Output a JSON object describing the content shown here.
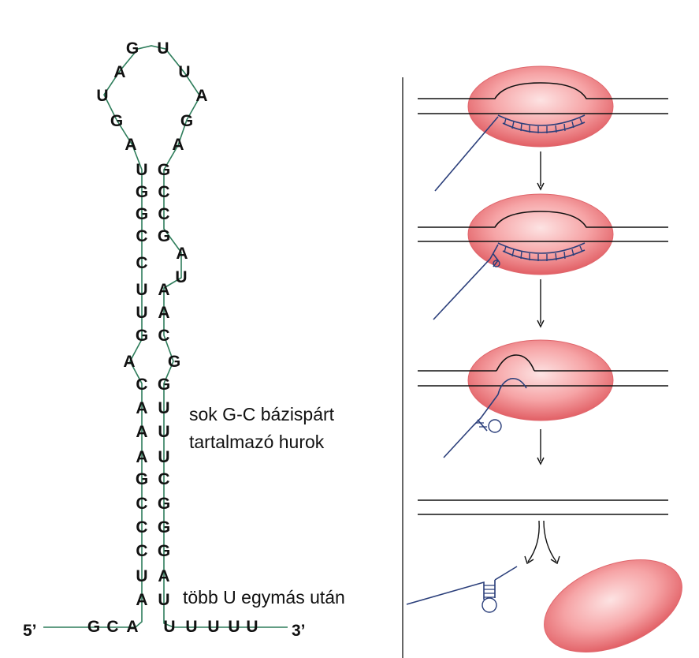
{
  "hairpin": {
    "loop": [
      "G",
      "U",
      "A",
      "U",
      "U",
      "A",
      "G",
      "G",
      "A",
      "A"
    ],
    "stem_left": [
      "U",
      "G",
      "G",
      "C",
      "C",
      "U",
      "U",
      "G",
      "A",
      "C",
      "A",
      "A",
      "A",
      "G",
      "C",
      "C",
      "C",
      "U",
      "A"
    ],
    "stem_right": [
      "G",
      "C",
      "C",
      "G",
      "A",
      "U",
      "A",
      "A",
      "C",
      "G",
      "G",
      "U",
      "U",
      "U",
      "C",
      "G",
      "G",
      "G",
      "A",
      "U"
    ],
    "tail_left": [
      "G",
      "C",
      "A"
    ],
    "tail_right": [
      "U",
      "U",
      "U",
      "U",
      "U"
    ],
    "five_prime": "5’",
    "three_prime": "3’"
  },
  "labels": {
    "gc_line1": "sok G-C bázispárt",
    "gc_line2": "tartalmazó hurok",
    "u_run": "több U egymás után"
  },
  "colors": {
    "strand": "#2e7d5b",
    "polymerase_light": "#fbd7d7",
    "polymerase_dark": "#e05a60",
    "rna": "#2a3e7a",
    "dna": "#111111"
  }
}
